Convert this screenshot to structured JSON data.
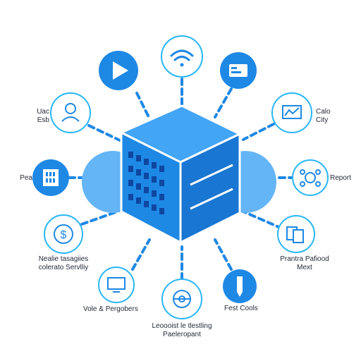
{
  "colors": {
    "accent": "#1e88e5",
    "accent_dark": "#1565c0",
    "accent_light": "#64b5f6",
    "ring": "#29b6f6",
    "connector": "#1e88e5"
  },
  "nodes": [
    {
      "id": "video",
      "icon": "play-icon",
      "label": ""
    },
    {
      "id": "wifi",
      "icon": "wifi-icon",
      "label": ""
    },
    {
      "id": "storage",
      "icon": "server-card-icon",
      "label": ""
    },
    {
      "id": "analytics",
      "icon": "chart-board-icon",
      "label": "Calo\nCity"
    },
    {
      "id": "report",
      "icon": "network-globe-icon",
      "label": "Report"
    },
    {
      "id": "files",
      "icon": "documents-icon",
      "label": "Prantra Pafiood\nMext"
    },
    {
      "id": "tools",
      "icon": "pen-icon",
      "label": "Fest Cools"
    },
    {
      "id": "learning",
      "icon": "atom-icon",
      "label": "Leoooist le tlestling\nPaeleropant"
    },
    {
      "id": "monitor",
      "icon": "monitor-icon",
      "label": "Vole & Pergobers"
    },
    {
      "id": "finance",
      "icon": "dollar-icon",
      "label": "Nealie tasagiies\ncolerato Servlliy"
    },
    {
      "id": "building",
      "icon": "building-icon",
      "label": "Pea"
    },
    {
      "id": "support",
      "icon": "person-icon",
      "label": "Uac\nEsb"
    }
  ]
}
